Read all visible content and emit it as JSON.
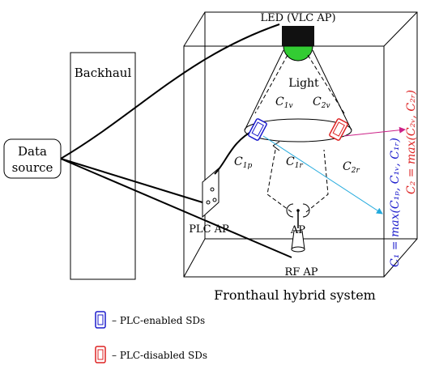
{
  "labels": {
    "led": "LED (VLC AP)",
    "backhaul": "Backhaul",
    "data_source_line1": "Data",
    "data_source_line2": "source",
    "light": "Light",
    "plc_ap": "PLC AP",
    "ap": "AP",
    "rf_ap": "RF AP",
    "fronthaul": "Fronthaul hybrid system"
  },
  "channels": {
    "c1v": "C",
    "c1v_sub": "1v",
    "c2v": "C",
    "c2v_sub": "2v",
    "c1p": "C",
    "c1p_sub": "1p",
    "c1r": "C",
    "c1r_sub": "1r",
    "c2r": "C",
    "c2r_sub": "2r"
  },
  "equations": {
    "c1": "C₁ = max(C₁ₚ, C₁ᵥ, C₁ᵣ)",
    "c2": "C₂ = max(C₂ᵥ, C₂ᵣ)"
  },
  "legend": {
    "plc_enabled": "– PLC-enabled SDs",
    "plc_disabled": "– PLC-disabled SDs"
  },
  "colors": {
    "plc_enabled": "#1a1acc",
    "plc_disabled": "#dd2222",
    "led_light": "#33cc33",
    "cyan_arrow": "#22aadd",
    "magenta_arrow": "#cc2288"
  }
}
